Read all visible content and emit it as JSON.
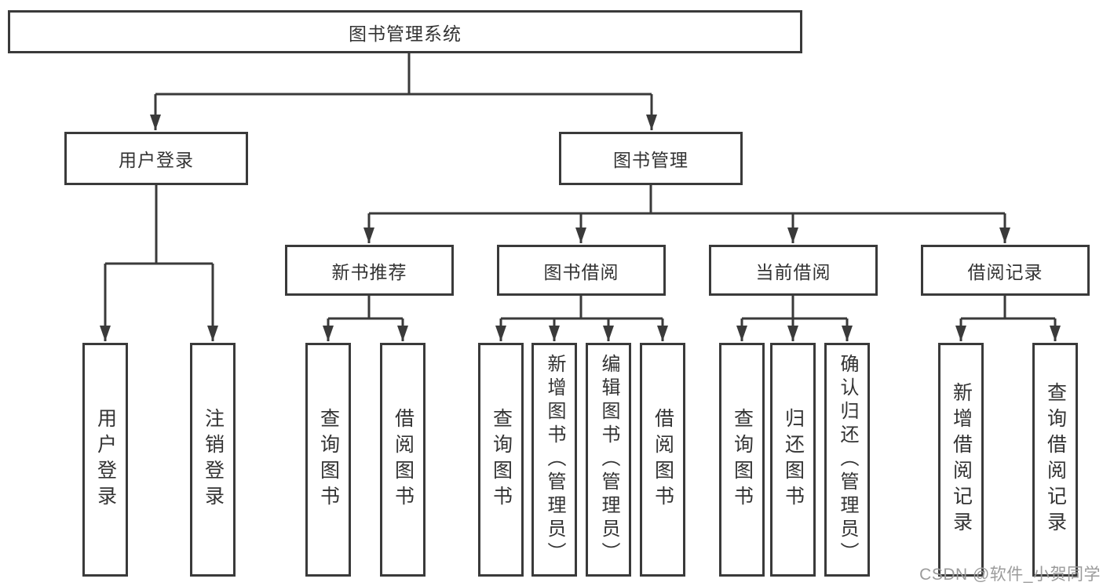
{
  "title": "图书管理系统",
  "tree": {
    "label": "图书管理系统",
    "children": [
      {
        "label": "用户登录",
        "children": [
          {
            "label": "用户登录"
          },
          {
            "label": "注销登录"
          }
        ]
      },
      {
        "label": "图书管理",
        "children": [
          {
            "label": "新书推荐",
            "children": [
              {
                "label": "查询图书"
              },
              {
                "label": "借阅图书"
              }
            ]
          },
          {
            "label": "图书借阅",
            "children": [
              {
                "label": "查询图书"
              },
              {
                "label": "新增图书（管理员）"
              },
              {
                "label": "编辑图书（管理员）"
              },
              {
                "label": "借阅图书"
              }
            ]
          },
          {
            "label": "当前借阅",
            "children": [
              {
                "label": "查询图书"
              },
              {
                "label": "归还图书"
              },
              {
                "label": "确认归还（管理员）"
              }
            ]
          },
          {
            "label": "借阅记录",
            "children": [
              {
                "label": "新增借阅记录"
              },
              {
                "label": "查询借阅记录"
              }
            ]
          }
        ]
      }
    ]
  },
  "watermark": "CSDN @软件_小贺同学",
  "colors": {
    "line": "#3a3a3a",
    "text": "#333333",
    "watermark": "#9b9b9b",
    "background": "#ffffff"
  }
}
